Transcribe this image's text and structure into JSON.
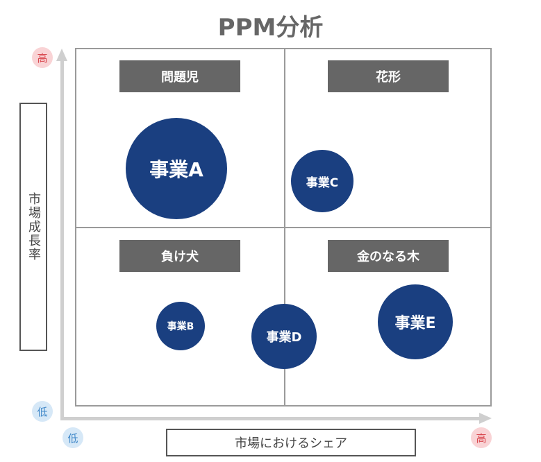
{
  "title": "PPM分析",
  "axes": {
    "y_label": "市場成長率",
    "x_label": "市場におけるシェア",
    "y_high": "高",
    "y_low": "低",
    "x_low": "低",
    "x_high": "高"
  },
  "quadrants": {
    "top_left": "問題児",
    "top_right": "花形",
    "bottom_left": "負け犬",
    "bottom_right": "金のなる木"
  },
  "businesses": {
    "a": "事業A",
    "b": "事業B",
    "c": "事業C",
    "d": "事業D",
    "e": "事業E"
  },
  "colors": {
    "bubble": "#1a3f80",
    "quadrant_label_bg": "#666666",
    "high_badge": "#f9d3d5",
    "low_badge": "#d6e8f7"
  }
}
